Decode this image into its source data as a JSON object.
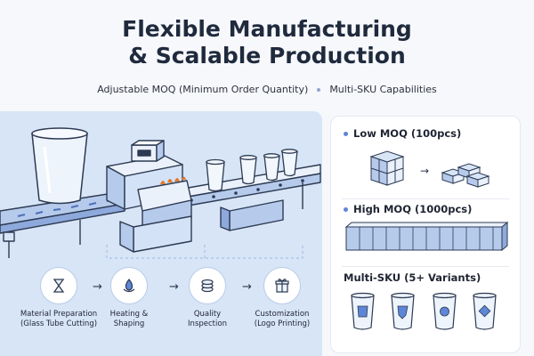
{
  "header": {
    "title_line1": "Flexible Manufacturing",
    "title_line2": "& Scalable Production",
    "feature_1": "Adjustable MOQ (Minimum Order Quantity)",
    "feature_2": "Multi-SKU Capabilities"
  },
  "process_steps": [
    {
      "label_line1": "Material Preparation",
      "label_line2": "(Glass Tube Cutting)",
      "icon": "hourglass-icon"
    },
    {
      "label_line1": "Heating &",
      "label_line2": "Shaping",
      "icon": "flame-drop-icon"
    },
    {
      "label_line1": "Quality",
      "label_line2": "Inspection",
      "icon": "stack-discs-icon"
    },
    {
      "label_line1": "Customization",
      "label_line2": "(Logo Printing)",
      "icon": "gift-icon"
    }
  ],
  "capabilities": {
    "low_moq": "Low MOQ (100pcs)",
    "high_moq": "High MOQ (1000pcs)",
    "multi_sku": "Multi-SKU (5+ Variants)"
  },
  "colors": {
    "accent": "#5e86d6",
    "panel": "#d7e5f7",
    "outline": "#2d3a52"
  }
}
